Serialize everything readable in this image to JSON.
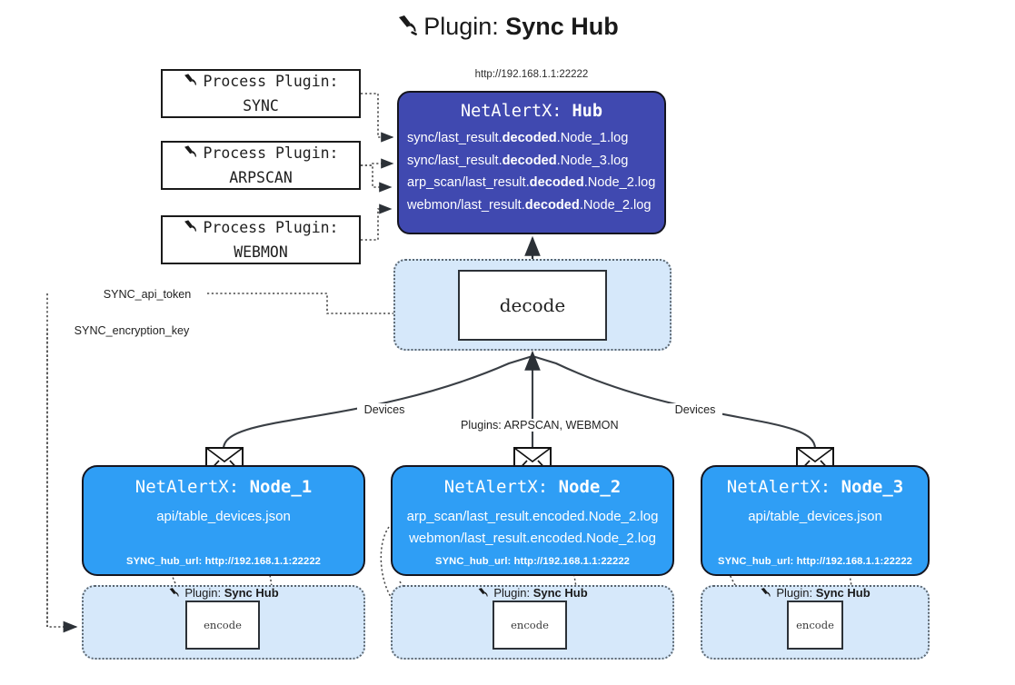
{
  "title": {
    "icon": "plug-icon",
    "prefix": "Plugin: ",
    "name": "Sync Hub"
  },
  "hub": {
    "url": "http://192.168.1.1:22222",
    "title_prefix": "NetAlertX: ",
    "title_name": "Hub",
    "logs": [
      {
        "pre": "sync/last_result.",
        "mid": "decoded",
        "post": ".Node_1.log"
      },
      {
        "pre": "sync/last_result.",
        "mid": "decoded",
        "post": ".Node_3.log"
      },
      {
        "pre": "arp_scan/last_result.",
        "mid": "decoded",
        "post": ".Node_2.log"
      },
      {
        "pre": "webmon/last_result.",
        "mid": "decoded",
        "post": ".Node_2.log"
      }
    ]
  },
  "process_plugins": [
    {
      "line1": "Process Plugin:",
      "line2": "SYNC",
      "icon": "plug-icon"
    },
    {
      "line1": "Process Plugin:",
      "line2": "ARPSCAN",
      "icon": "plug-icon"
    },
    {
      "line1": "Process Plugin:",
      "line2": "WEBMON",
      "icon": "plug-icon"
    }
  ],
  "decode": {
    "label": "decode"
  },
  "secrets": {
    "api_token": "SYNC_api_token",
    "encryption_key": "SYNC_encryption_key"
  },
  "edge_labels": {
    "devices_left": "Devices",
    "devices_right": "Devices",
    "plugins": "Plugins: ARPSCAN, WEBMON"
  },
  "nodes": [
    {
      "title_prefix": "NetAlertX: ",
      "title_name": "Node_1",
      "lines": [
        "api/table_devices.json"
      ],
      "hub_url": "SYNC_hub_url: http://192.168.1.1:22222",
      "band_label_prefix": "Plugin: ",
      "band_label_name": "Sync Hub",
      "encode": "encode",
      "icon": "envelope-icon"
    },
    {
      "title_prefix": "NetAlertX: ",
      "title_name": "Node_2",
      "lines": [
        "arp_scan/last_result.encoded.Node_2.log",
        "webmon/last_result.encoded.Node_2.log"
      ],
      "hub_url": "SYNC_hub_url: http://192.168.1.1:22222",
      "band_label_prefix": "Plugin: ",
      "band_label_name": "Sync Hub",
      "encode": "encode",
      "icon": "envelope-icon"
    },
    {
      "title_prefix": "NetAlertX: ",
      "title_name": "Node_3",
      "lines": [
        "api/table_devices.json"
      ],
      "hub_url": "SYNC_hub_url: http://192.168.1.1:22222",
      "band_label_prefix": "Plugin: ",
      "band_label_name": "Sync Hub",
      "encode": "encode",
      "icon": "envelope-icon"
    }
  ],
  "colors": {
    "hub": "#4049b0",
    "node": "#2f9ef5",
    "container": "#d6e8fa",
    "stroke": "#15151f",
    "dotted": "#5b6670"
  }
}
